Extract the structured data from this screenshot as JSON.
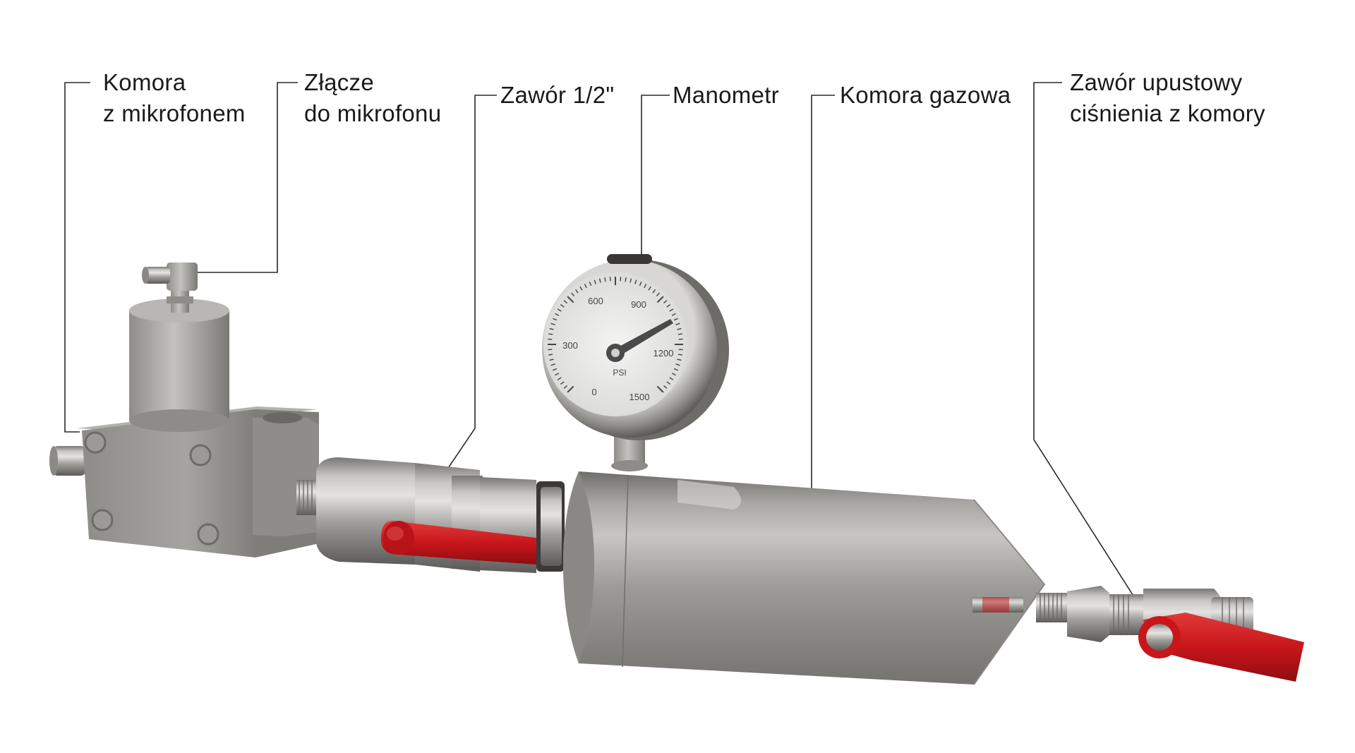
{
  "labels": {
    "mic_chamber": {
      "line1": "Komora",
      "line2": "z mikrofonem"
    },
    "mic_connector": {
      "line1": "Złącze",
      "line2": "do mikrofonu"
    },
    "valve_half_inch": {
      "text": "Zawór 1/2\""
    },
    "manometer": {
      "text": "Manometr"
    },
    "gas_chamber": {
      "text": "Komora gazowa"
    },
    "relief_valve": {
      "line1": "Zawór upustowy",
      "line2": "ciśnienia z komory"
    }
  },
  "gauge": {
    "scale": [
      "0",
      "300",
      "600",
      "900",
      "1200",
      "1500"
    ],
    "unit": "PSI"
  },
  "colors": {
    "steel_light": "#c9c9c9",
    "steel_mid": "#9a9896",
    "steel_dark": "#5e5c5a",
    "handle_red": "#c8161b",
    "leader_line": "#2a2a2a",
    "text": "#1a1a1a"
  }
}
